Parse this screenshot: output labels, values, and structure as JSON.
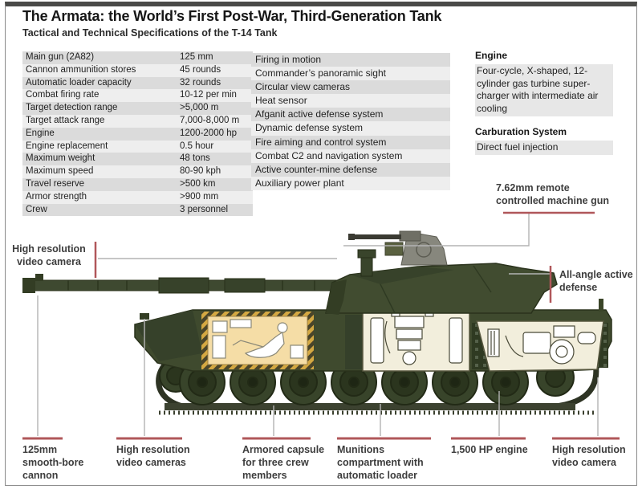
{
  "header": {
    "title": "The Armata: the World’s First Post-War, Third-Generation Tank",
    "subtitle": "Tactical and Technical Specifications of the T-14 Tank"
  },
  "specs": {
    "rows": [
      {
        "label": "Main gun (2A82)",
        "value": "125 mm"
      },
      {
        "label": "Cannon ammunition stores",
        "value": "45 rounds"
      },
      {
        "label": "Automatic loader capacity",
        "value": "32 rounds"
      },
      {
        "label": "Combat firing rate",
        "value": "10-12 per min"
      },
      {
        "label": "Target detection range",
        "value": ">5,000 m"
      },
      {
        "label": "Target attack range",
        "value": "7,000-8,000 m"
      },
      {
        "label": "Engine",
        "value": "1200-2000 hp"
      },
      {
        "label": "Engine replacement",
        "value": "0.5 hour"
      },
      {
        "label": "Maximum weight",
        "value": "48 tons"
      },
      {
        "label": "Maximum speed",
        "value": "80-90 kph"
      },
      {
        "label": "Travel reserve",
        "value": ">500 km"
      },
      {
        "label": "Armor strength",
        "value": ">900 mm"
      },
      {
        "label": "Crew",
        "value": "3 personnel"
      }
    ]
  },
  "features": {
    "items": [
      "Firing in motion",
      "Commander’s panoramic sight",
      "Circular view cameras",
      "Heat sensor",
      "Afganit active defense system",
      "Dynamic defense system",
      "Fire aiming and control system",
      "Combat C2 and navigation system",
      "Active counter-mine defense",
      "Auxiliary power plant"
    ]
  },
  "side_panel": {
    "engine_heading": "Engine",
    "engine_text": "Four-cycle, X-shaped, 12-cylinder gas turbine super-charger with intermediate air cooling",
    "carburation_heading": "Carburation System",
    "carburation_text": "Direct fuel injection"
  },
  "callouts": {
    "machine_gun": "7.62mm remote controlled machine gun",
    "camera_top_left": "High resolution video camera",
    "all_angle": "All-angle active defense",
    "cannon": "125mm smooth-bore cannon",
    "cameras_front": "High resolution video cameras",
    "capsule": "Armored capsule for three crew members",
    "munitions": "Munitions compartment with automatic loader",
    "engine_hp": "1,500 HP engine",
    "camera_rear": "High resolution video camera"
  },
  "colors": {
    "accent_red": "#b0575a",
    "leader_gray": "#b3b3b3",
    "hull_olive": "#3f4a2e",
    "capsule_tan": "#f5dda6",
    "cutaway_cream": "#f2eedc"
  }
}
